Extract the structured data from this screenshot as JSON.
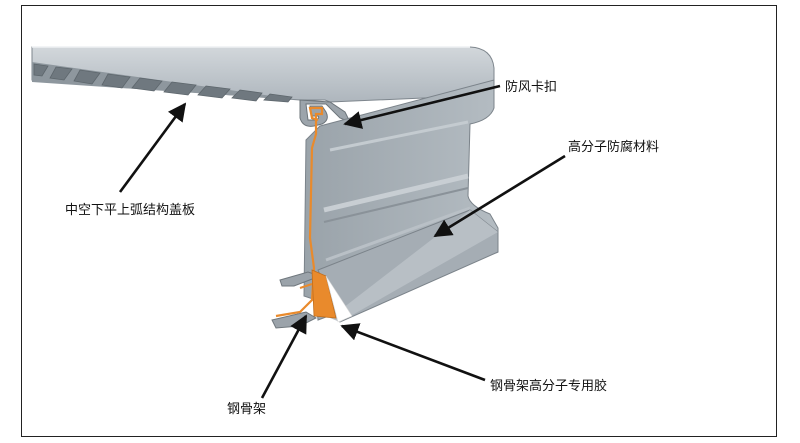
{
  "labels": {
    "wind_clip": "防风卡扣",
    "polymer_material": "高分子防腐材料",
    "hollow_cover": "中空下平上弧结构盖板",
    "steel_frame": "钢骨架",
    "polymer_glue": "钢骨架高分子专用胶"
  },
  "colors": {
    "profile": "#a9b1b8",
    "profile_dark": "#8f979e",
    "profile_light": "#c9cfd4",
    "steel_core": "#e98a2c",
    "adhesive": "#ffffff",
    "arrow": "#111111"
  }
}
